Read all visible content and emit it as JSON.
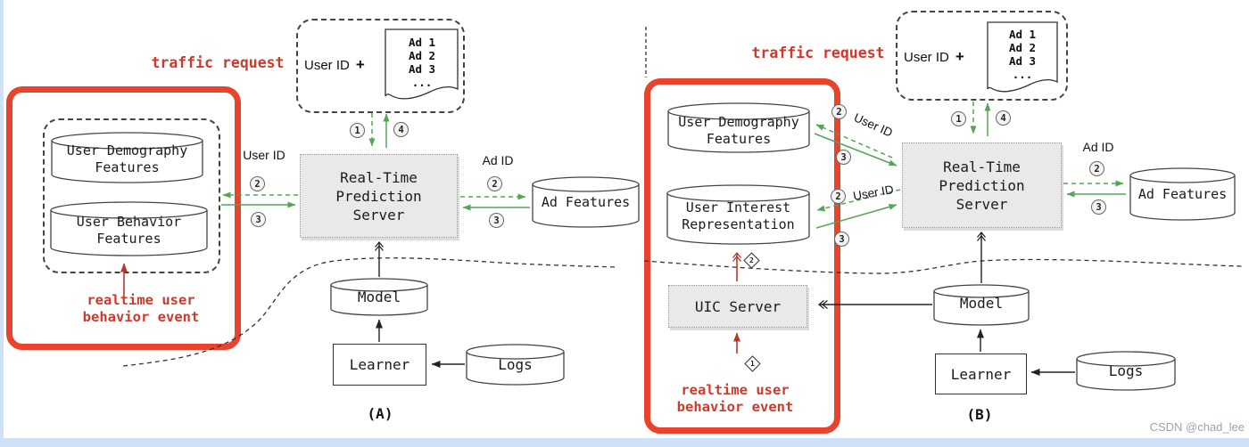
{
  "colors": {
    "accent_red": "#e8432c",
    "annotation_red": "#cf3a2c",
    "arrow_green": "#55a555",
    "arrow_dark_red": "#b5392b",
    "gray_box_fill": "#e9e9e9",
    "blue_strip": "#cfe1f7"
  },
  "watermark": "CSDN @chad_lee",
  "badges": {
    "n1": "1",
    "n2": "2",
    "n3": "3",
    "n4": "4"
  },
  "diamonds": {
    "d1": "1",
    "d2": "2"
  },
  "diagram_a": {
    "panel_label": "(A)",
    "traffic_request": "traffic request",
    "request": {
      "user_id": "User ID",
      "plus": "+",
      "ads": [
        "Ad 1",
        "Ad 2",
        "Ad 3",
        "..."
      ]
    },
    "labels": {
      "user_id": "User ID",
      "ad_id": "Ad ID"
    },
    "nodes": {
      "demography": [
        "User Demography",
        "Features"
      ],
      "behavior": [
        "User Behavior",
        "Features"
      ],
      "server": [
        "Real-Time",
        "Prediction",
        "Server"
      ],
      "ad_features": "Ad Features",
      "model": "Model",
      "learner": "Learner",
      "logs": "Logs"
    },
    "annotation": [
      "realtime user",
      "behavior event"
    ]
  },
  "diagram_b": {
    "panel_label": "(B)",
    "traffic_request": "traffic request",
    "request": {
      "user_id": "User ID",
      "plus": "+",
      "ads": [
        "Ad 1",
        "Ad 2",
        "Ad 3",
        "..."
      ]
    },
    "labels": {
      "user_id_upper": "User ID",
      "user_id_lower": "User ID",
      "ad_id": "Ad ID"
    },
    "nodes": {
      "demography": [
        "User Demography",
        "Features"
      ],
      "interest": [
        "User Interest",
        "Representation"
      ],
      "server": [
        "Real-Time",
        "Prediction",
        "Server"
      ],
      "uic_server": "UIC Server",
      "ad_features": "Ad Features",
      "model": "Model",
      "learner": "Learner",
      "logs": "Logs"
    },
    "annotation": [
      "realtime user",
      "behavior event"
    ]
  }
}
